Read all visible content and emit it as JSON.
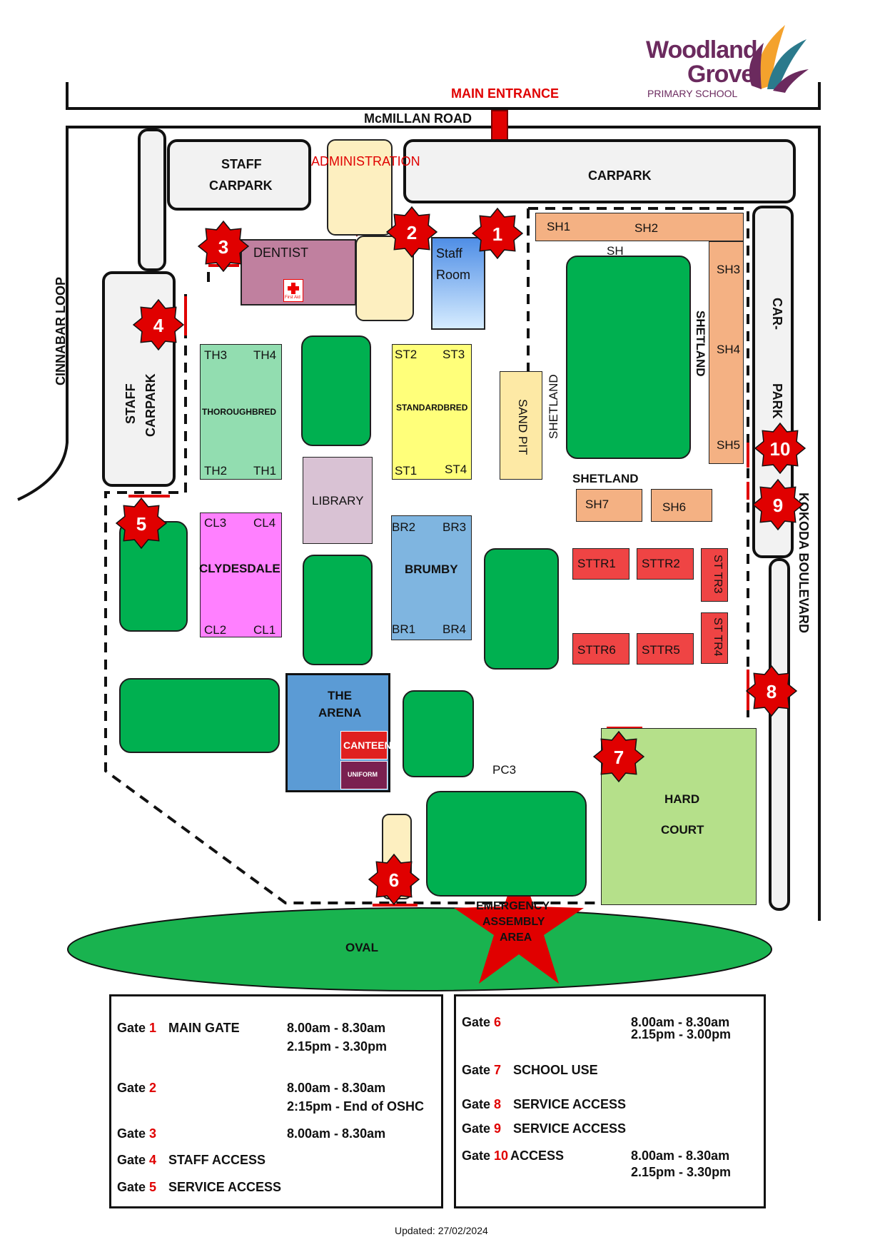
{
  "logo": {
    "line1": "Woodland",
    "line2": "Grove",
    "line3": "PRIMARY SCHOOL"
  },
  "colors": {
    "gate_red": "#e00000",
    "green_area": "#00b050",
    "oval": "#19b34f",
    "thoroughbred": "#92ddb0",
    "standardbred": "#ffff7a",
    "clydesdale": "#ff80ff",
    "brumby": "#7fb5e0",
    "shetland": "#f4b183",
    "sttr": "#ef4444",
    "arena": "#5b9bd5",
    "library": "#d9c2d4",
    "dentist": "#c0809f",
    "admin": "#fdefc0",
    "sandpit": "#fde9a5",
    "hard_court": "#b5e08a"
  },
  "roads": {
    "main_entrance": "MAIN ENTRANCE",
    "mcmillan": "McMILLAN ROAD",
    "cinnabar": "CINNABAR LOOP",
    "kokoda": "KOKODA BOULEVARD"
  },
  "areas": {
    "staff_carpark_top_1": "STAFF",
    "staff_carpark_top_2": "CARPARK",
    "administration": "ADMINISTRATION",
    "carpark": "CARPARK",
    "car_park_1": "CAR-",
    "car_park_2": "PARK",
    "staff_carpark_left_1": "STAFF",
    "staff_carpark_left_2": "CARPARK",
    "dentist": "DENTIST",
    "first_aid": "First Aid",
    "staff_room_1": "Staff",
    "staff_room_2": "Room",
    "th3": "TH3",
    "th4": "TH4",
    "th2": "TH2",
    "th1": "TH1",
    "thoroughbred": "THOROUGHBRED",
    "st2": "ST2",
    "st3": "ST3",
    "st1": "ST1",
    "st4": "ST4",
    "standardbred": "STANDARDBRED",
    "sand_pit": "SAND PIT",
    "shetland_v1": "SHETLAND",
    "shetland_v2": "SHETLAND",
    "shetland_h": "SHETLAND",
    "sh1": "SH1",
    "sh2": "SH2",
    "sh": "SH",
    "sh3": "SH3",
    "sh4": "SH4",
    "sh5": "SH5",
    "sh6": "SH6",
    "sh7": "SH7",
    "library": "LIBRARY",
    "cl3": "CL3",
    "cl4": "CL4",
    "cl2": "CL2",
    "cl1": "CL1",
    "clydesdale": "CLYDESDALE",
    "br2": "BR2",
    "br3": "BR3",
    "br1": "BR1",
    "br4": "BR4",
    "brumby": "BRUMBY",
    "sttr1": "STTR1",
    "sttr2": "STTR2",
    "sttr3": "ST TR3",
    "sttr4": "ST TR4",
    "sttr5": "STTR5",
    "sttr6": "STTR6",
    "arena_1": "THE",
    "arena_2": "ARENA",
    "canteen": "CANTEEN",
    "uniform": "UNIFORM",
    "pc3": "PC3",
    "hard_court_1": "HARD",
    "hard_court_2": "COURT",
    "emergency_1": "EMERGENCY",
    "emergency_2": "ASSEMBLY",
    "emergency_3": "AREA",
    "oval": "OVAL"
  },
  "gates": [
    "1",
    "2",
    "3",
    "4",
    "5",
    "6",
    "7",
    "8",
    "9",
    "10"
  ],
  "legend_left": [
    {
      "gate": "1",
      "desc": "MAIN GATE",
      "times": [
        "8.00am  - 8.30am",
        "2.15pm  - 3.30pm"
      ]
    },
    {
      "gate": "2",
      "desc": "",
      "times": [
        "8.00am   - 8.30am",
        "2:15pm - End of OSHC"
      ]
    },
    {
      "gate": "3",
      "desc": "",
      "times": [
        "8.00am  - 8.30am"
      ]
    },
    {
      "gate": "4",
      "desc": "STAFF ACCESS",
      "times": []
    },
    {
      "gate": "5",
      "desc": "SERVICE ACCESS",
      "times": []
    }
  ],
  "legend_right": [
    {
      "gate": "6",
      "desc": "",
      "times": [
        "8.00am  - 8.30am",
        "2.15pm  - 3.00pm"
      ]
    },
    {
      "gate": "7",
      "desc": "SCHOOL USE",
      "times": []
    },
    {
      "gate": "8",
      "desc": "SERVICE ACCESS",
      "times": []
    },
    {
      "gate": "9",
      "desc": "SERVICE ACCESS",
      "times": []
    },
    {
      "gate": "10",
      "desc": "ACCESS",
      "times": [
        "8.00am  - 8.30am",
        "2.15pm  - 3.30pm"
      ]
    }
  ],
  "gate_word": "Gate",
  "updated": "Updated: 27/02/2024"
}
